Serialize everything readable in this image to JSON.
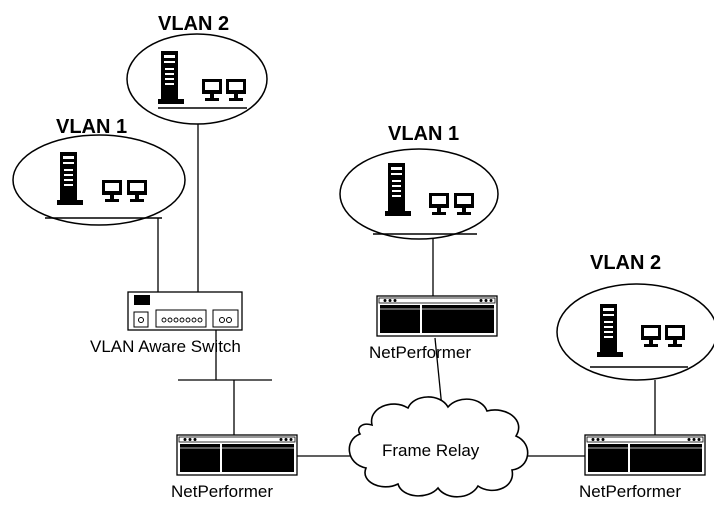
{
  "vlan_groups": [
    {
      "label": "VLAN 2",
      "server_icon": "server-tower-icon",
      "workstation_icon": "workstation-icon"
    },
    {
      "label": "VLAN 1",
      "server_icon": "server-tower-icon",
      "workstation_icon": "workstation-icon"
    },
    {
      "label": "VLAN 1",
      "server_icon": "server-tower-icon",
      "workstation_icon": "workstation-icon"
    },
    {
      "label": "VLAN 2",
      "server_icon": "server-tower-icon",
      "workstation_icon": "workstation-icon"
    }
  ],
  "devices": {
    "switch": {
      "label": "VLAN Aware Switch",
      "icon": "switch-icon"
    },
    "netperformer_top": {
      "label": "NetPerformer",
      "icon": "netperformer-router-icon"
    },
    "netperformer_left": {
      "label": "NetPerformer",
      "icon": "netperformer-router-icon"
    },
    "netperformer_right": {
      "label": "NetPerformer",
      "icon": "netperformer-router-icon"
    }
  },
  "cloud": {
    "label": "Frame Relay",
    "icon": "cloud-icon"
  }
}
